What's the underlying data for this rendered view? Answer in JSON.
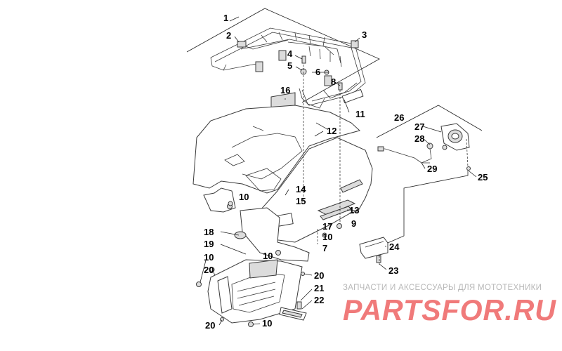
{
  "callouts": {
    "c1": "1",
    "c2": "2",
    "c3": "3",
    "c4": "4",
    "c5": "5",
    "c6": "6",
    "c7": "7",
    "c8": "8",
    "c9": "9",
    "c10a": "10",
    "c10b": "10",
    "c10c": "10",
    "c10d": "10",
    "c10e": "10",
    "c11": "11",
    "c12": "12",
    "c13": "13",
    "c14": "14",
    "c15": "15",
    "c16": "16",
    "c17": "17",
    "c18": "18",
    "c19": "19",
    "c20a": "20",
    "c20b": "20",
    "c20c": "20",
    "c21": "21",
    "c22": "22",
    "c23": "23",
    "c24": "24",
    "c25": "25",
    "c26": "26",
    "c27": "27",
    "c28": "28",
    "c29": "29"
  },
  "watermark": {
    "tagline": "ЗАПЧАСТИ И АКСЕССУАРЫ ДЛЯ МОТОТЕХНИКИ",
    "logo_text": "PARTSFOR.RU",
    "logo_color": "#f07a7a"
  }
}
